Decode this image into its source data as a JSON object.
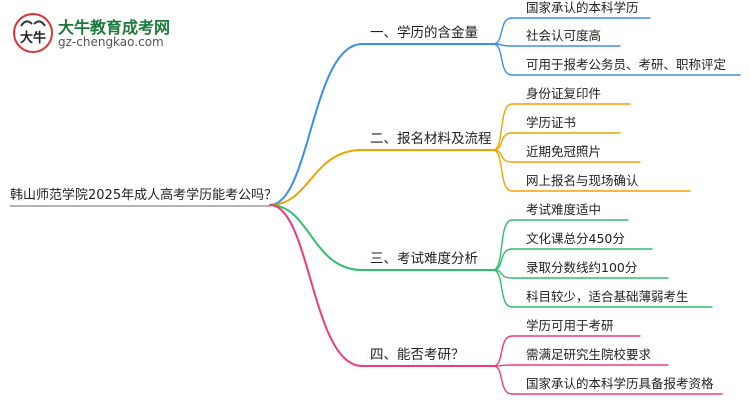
{
  "logo": {
    "title": "大牛教育成考网",
    "url": "gz-chengkao.com",
    "mark_text": "大牛"
  },
  "root": {
    "label": "韩山师范学院2025年成人高考学历能考公吗？"
  },
  "branches": [
    {
      "label": "一、学历的含金量",
      "color": "#3b8fe6",
      "items": [
        "国家承认的本科学历",
        "社会认可度高",
        "可用于报考公务员、考研、职称评定"
      ]
    },
    {
      "label": "二、报名材料及流程",
      "color": "#f0a400",
      "items": [
        "身份证复印件",
        "学历证书",
        "近期免冠照片",
        "网上报名与现场确认"
      ]
    },
    {
      "label": "三、考试难度分析",
      "color": "#2fbf6e",
      "items": [
        "考试难度适中",
        "文化课总分450分",
        "录取分数线约100分",
        "科目较少，适合基础薄弱考生"
      ]
    },
    {
      "label": "四、能否考研？",
      "color": "#ef3b7a",
      "items": [
        "学历可用于考研",
        "需满足研究生院校要求",
        "国家承认的本科学历具备报考资格"
      ]
    }
  ]
}
